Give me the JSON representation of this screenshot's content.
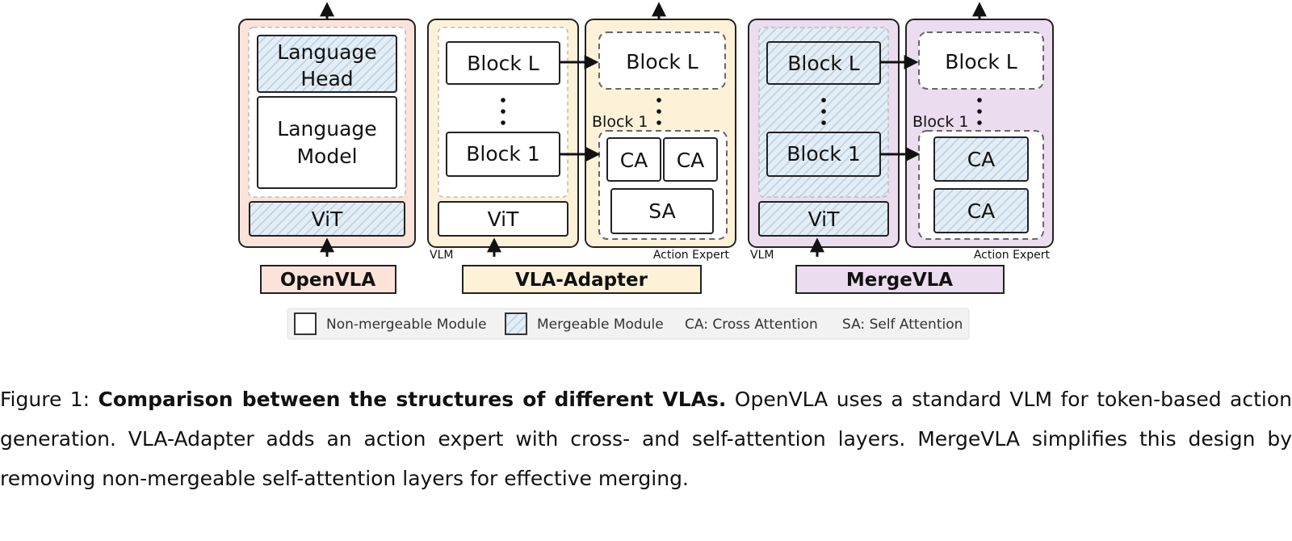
{
  "diagram": {
    "openvla": {
      "title": "OpenVLA",
      "language_head_line1": "Language",
      "language_head_line2": "Head",
      "language_model_line1": "Language",
      "language_model_line2": "Model",
      "vit": "ViT"
    },
    "vla_adapter": {
      "title": "VLA-Adapter",
      "vlm_label": "VLM",
      "block_l": "Block L",
      "block_1": "Block 1",
      "vit": "ViT",
      "expert_block_l": "Block L",
      "expert_block_1_label": "Block 1",
      "ca_left": "CA",
      "ca_right": "CA",
      "sa": "SA",
      "action_expert_label": "Action Expert"
    },
    "mergevla": {
      "title": "MergeVLA",
      "vlm_label": "VLM",
      "block_l": "Block L",
      "block_1": "Block 1",
      "vit": "ViT",
      "expert_block_l": "Block L",
      "expert_block_1_label": "Block 1",
      "ca_top": "CA",
      "ca_bottom": "CA",
      "action_expert_label": "Action Expert"
    },
    "legend": {
      "non_mergeable": "Non-mergeable Module",
      "mergeable": "Mergeable Module",
      "ca_def": "CA: Cross Attention",
      "sa_def": "SA: Self Attention"
    },
    "colors": {
      "openvla_bg": "#fbe3da",
      "adapter_bg": "#fdf2d8",
      "merge_bg": "#ecdcef",
      "mergeable_fill": "#e3edf5",
      "hatch": "#b9cfe0"
    }
  },
  "caption": {
    "lead": "Figure 1: ",
    "bold": "Comparison between the structures of different VLAs.",
    "rest": " OpenVLA uses a standard VLM for token-based action generation. VLA-Adapter adds an action expert with cross- and self-attention layers. MergeVLA simplifies this design by removing non-mergeable self-attention layers for effective merging."
  }
}
